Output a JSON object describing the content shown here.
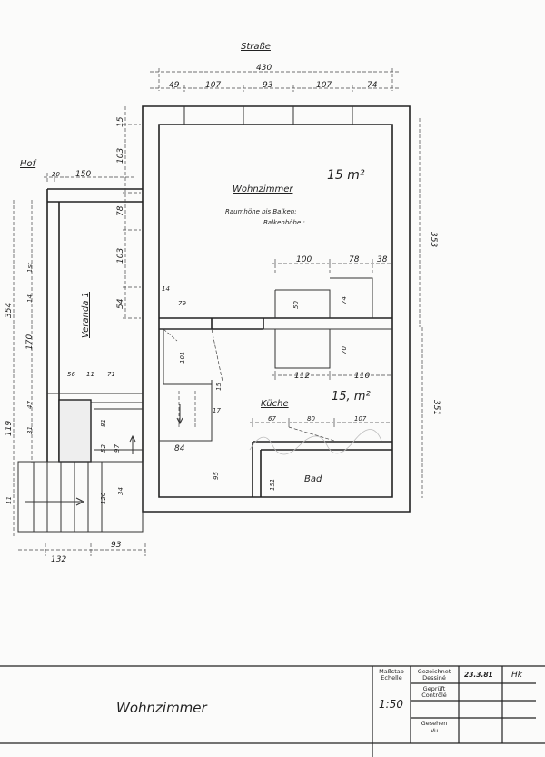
{
  "labels": {
    "street": "Straße",
    "yard": "Hof",
    "living_room": "Wohnzimmer",
    "living_area": "15 m²",
    "room_height": "Raumhöhe bis Balken:",
    "beam_height": "Balkenhöhe  :",
    "veranda": "Veranda 1",
    "kitchen": "Küche",
    "kitchen_area": "15, m²",
    "bath": "Bad"
  },
  "dimensions": {
    "top_total": "430",
    "top_parts": [
      "49",
      "107",
      "93",
      "107",
      "74"
    ],
    "veranda_top": [
      "20",
      "150"
    ],
    "left_main": [
      "15",
      "103",
      "78",
      "103",
      "54"
    ],
    "veranda_left": [
      "1st",
      "14",
      "170",
      "354",
      "119",
      "47",
      "31",
      "11"
    ],
    "right_total_upper": "353",
    "right_total_lower": "351",
    "cabinets_top": [
      "100",
      "78",
      "38"
    ],
    "cabinets_heights": [
      "50",
      "74",
      "70"
    ],
    "cabinets_bottom": [
      "112",
      "110"
    ],
    "hall": [
      "14",
      "79",
      "101",
      "15",
      "17",
      "84",
      "95"
    ],
    "stairs": [
      "56",
      "11",
      "71",
      "81",
      "52",
      "97",
      "34",
      "120",
      "93",
      "132"
    ],
    "bath_top": [
      "67",
      "80",
      "107"
    ],
    "bath_height": "151"
  },
  "title_block": {
    "drawing_title": "Wohnzimmer",
    "scale_label": "Maßstab",
    "scale_label_fr": "Echelle",
    "scale": "1:50",
    "drawn_label": "Gezeichnet",
    "drawn_label_fr": "Dessiné",
    "checked_label": "Geprüft",
    "checked_label_fr": "Contrôlé",
    "seen_label": "Gesehen",
    "seen_label_fr": "Vu",
    "drawn_date": "23.3.81",
    "drawn_initials": "Hk"
  }
}
